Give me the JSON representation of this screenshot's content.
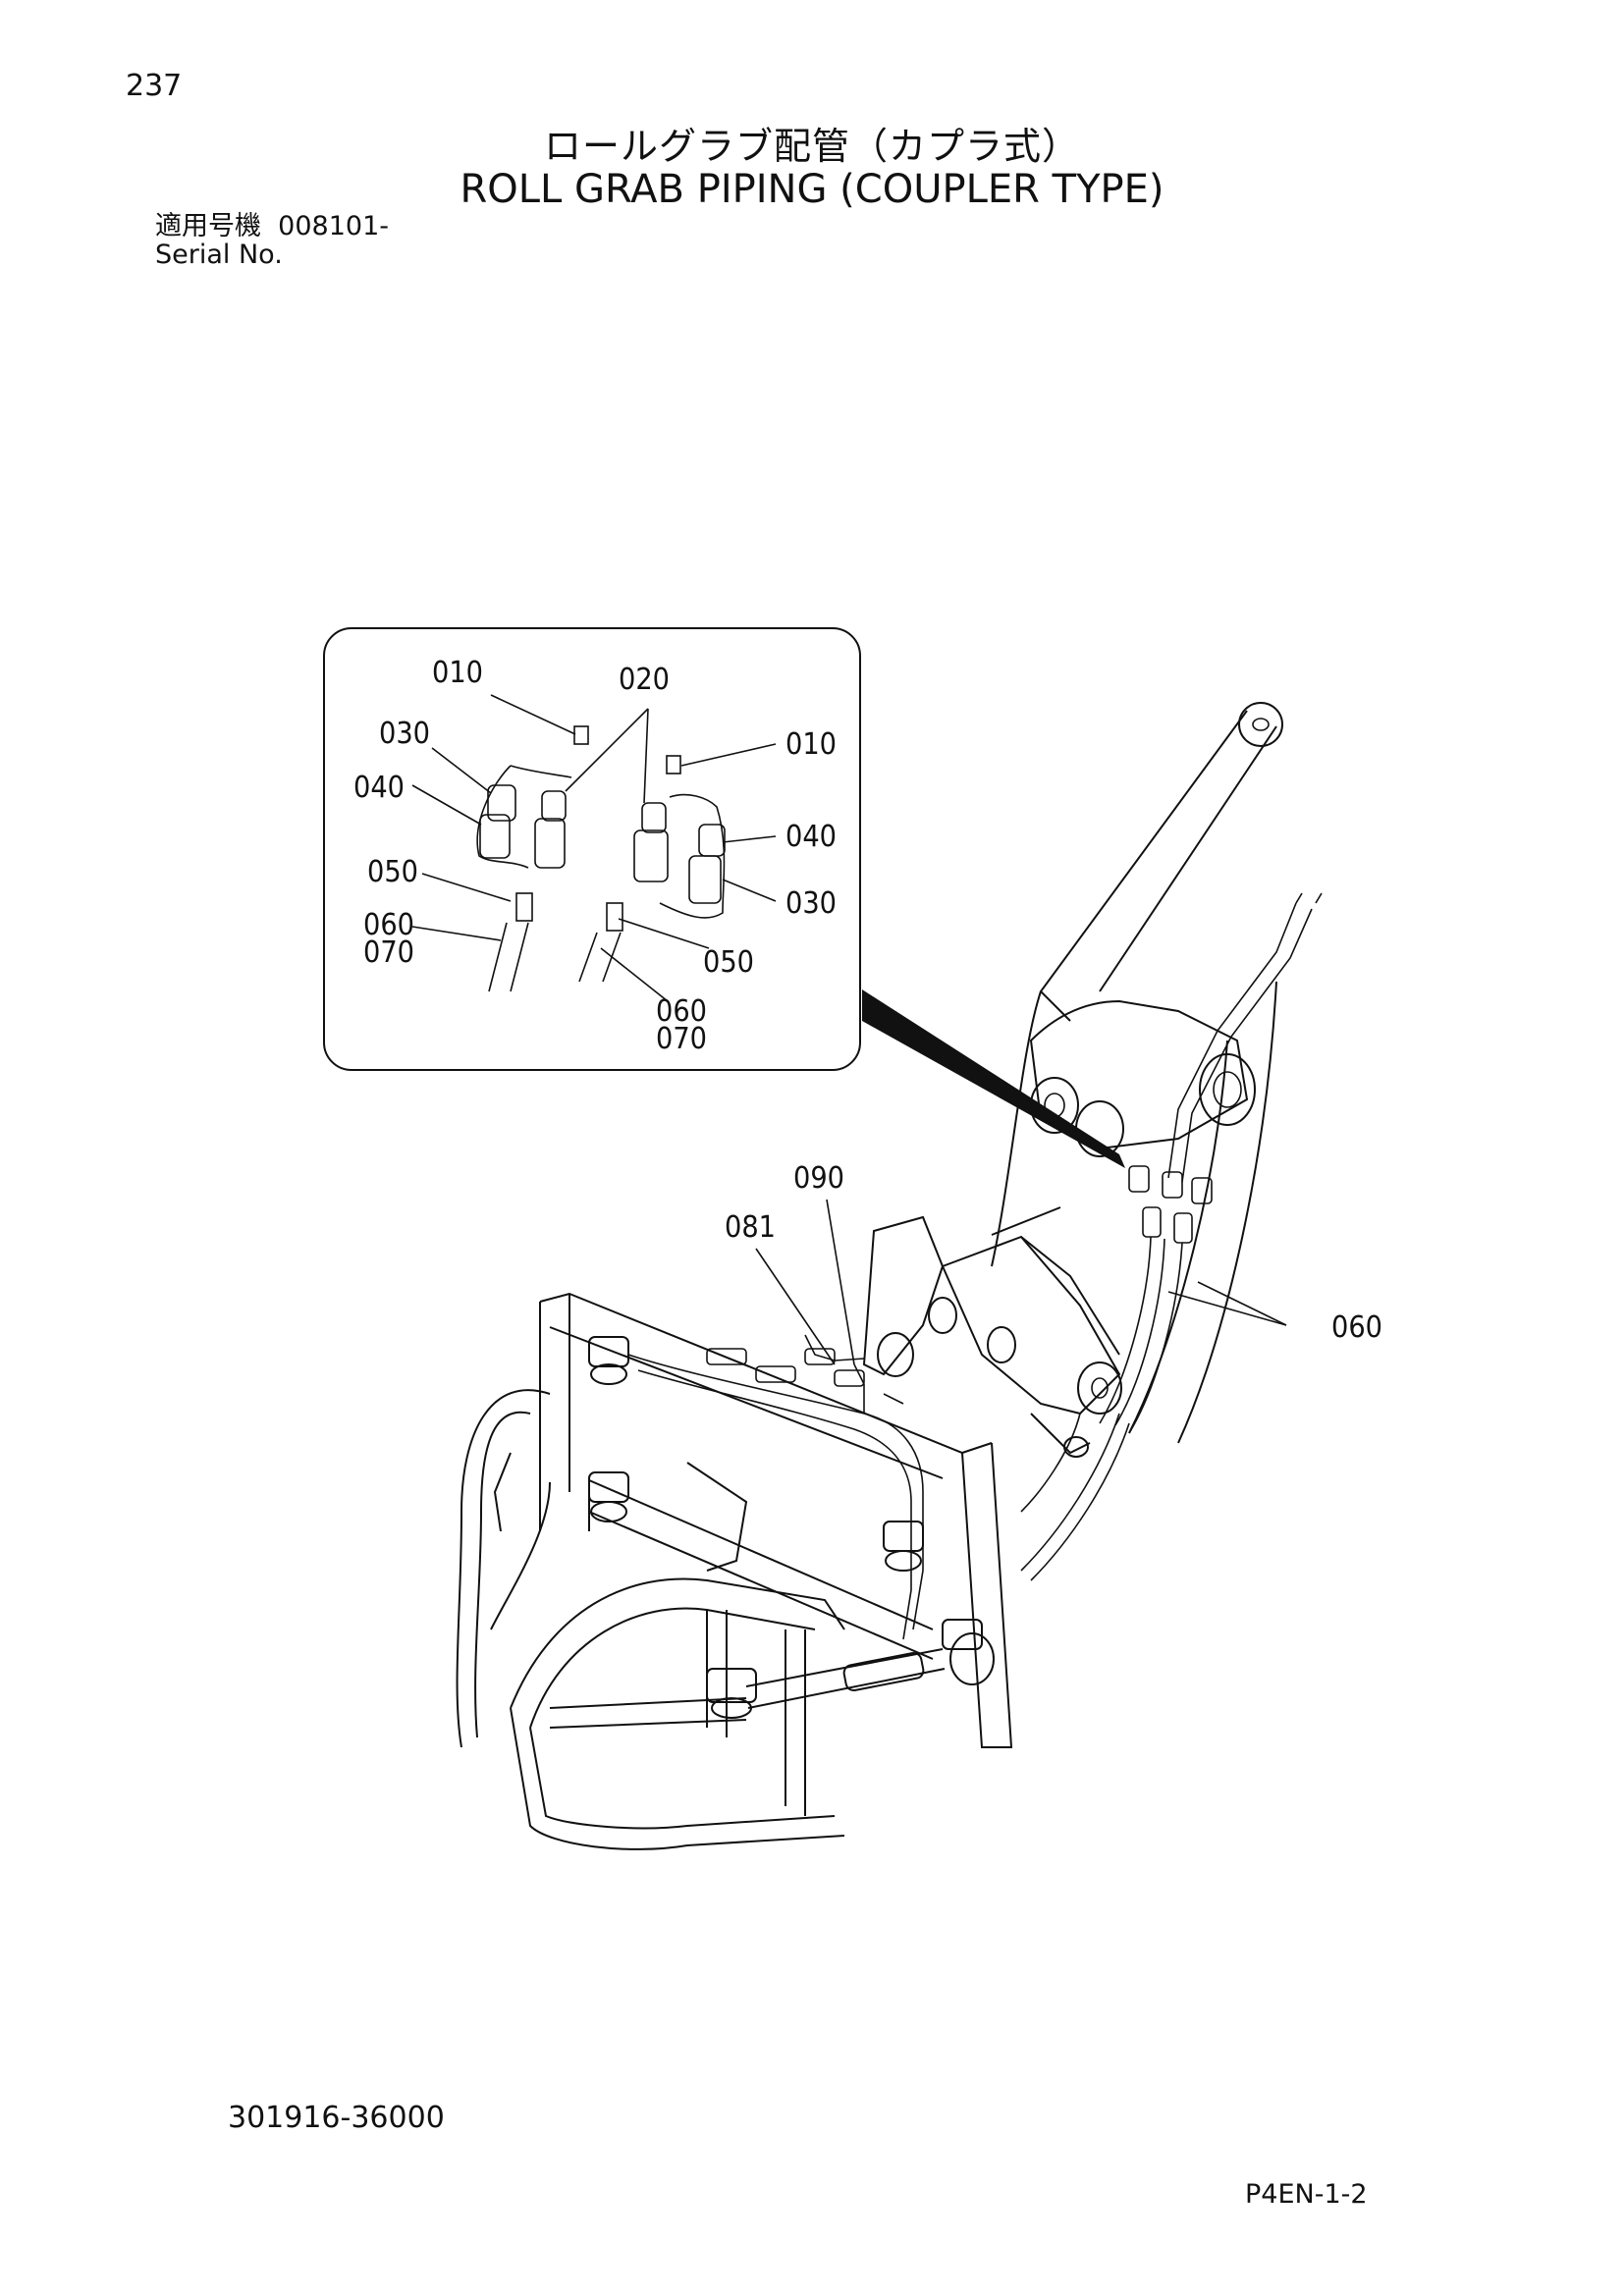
{
  "header": {
    "page_number": "237",
    "title_jp": "ロールグラブ配管（カプラ式）",
    "title_en": "ROLL GRAB PIPING (COUPLER TYPE)",
    "serial_label_jp": "適用号機",
    "serial_value": "008101-",
    "serial_label_en": "Serial No."
  },
  "callouts": {
    "inset": {
      "c010_left": "010",
      "c020": "020",
      "c010_right": "010",
      "c030_left": "030",
      "c040_left": "040",
      "c040_right": "040",
      "c050_left": "050",
      "c030_right": "030",
      "c060_left": "060",
      "c070_left": "070",
      "c050_right": "050",
      "c060_bottom": "060",
      "c070_bottom": "070"
    },
    "main": {
      "c090": "090",
      "c081": "081",
      "c060": "060"
    }
  },
  "footer": {
    "part_number": "301916-36000",
    "page_ref": "P4EN-1-2"
  }
}
